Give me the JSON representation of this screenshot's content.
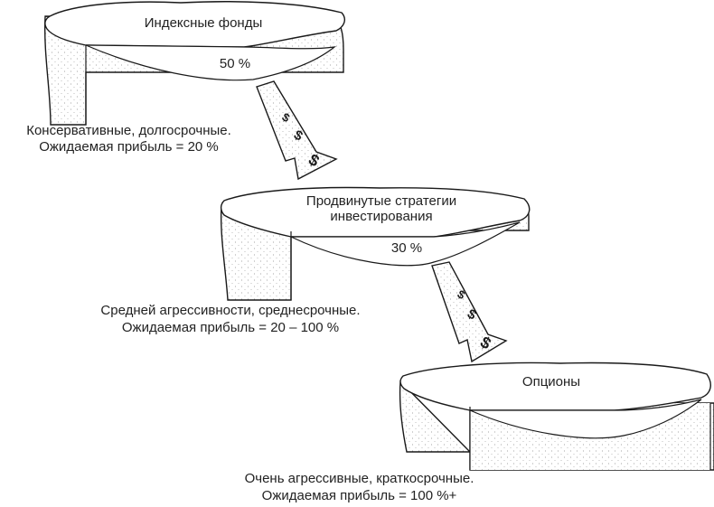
{
  "tiers": [
    {
      "title": "Индексные фонды",
      "percent": "50 %"
    },
    {
      "title_line1": "Продвинутые стратегии",
      "title_line2": "инвестирования",
      "percent": "30 %"
    },
    {
      "title": "Опционы"
    }
  ],
  "descriptions": [
    {
      "line1": "Консервативные, долгосрочные.",
      "line2": "Ожидаемая прибыль = 20 %"
    },
    {
      "line1": "Средней агрессивности, среднесрочные.",
      "line2": "Ожидаемая прибыль = 20 – 100 %"
    },
    {
      "line1": "Очень агрессивные, краткосрочные.",
      "line2": "Ожидаемая прибыль = 100 %+"
    }
  ],
  "arrow_glyph": "$",
  "colors": {
    "ink": "#1a1a1a",
    "paper": "#ffffff",
    "stipple": "#9a9a9a"
  }
}
